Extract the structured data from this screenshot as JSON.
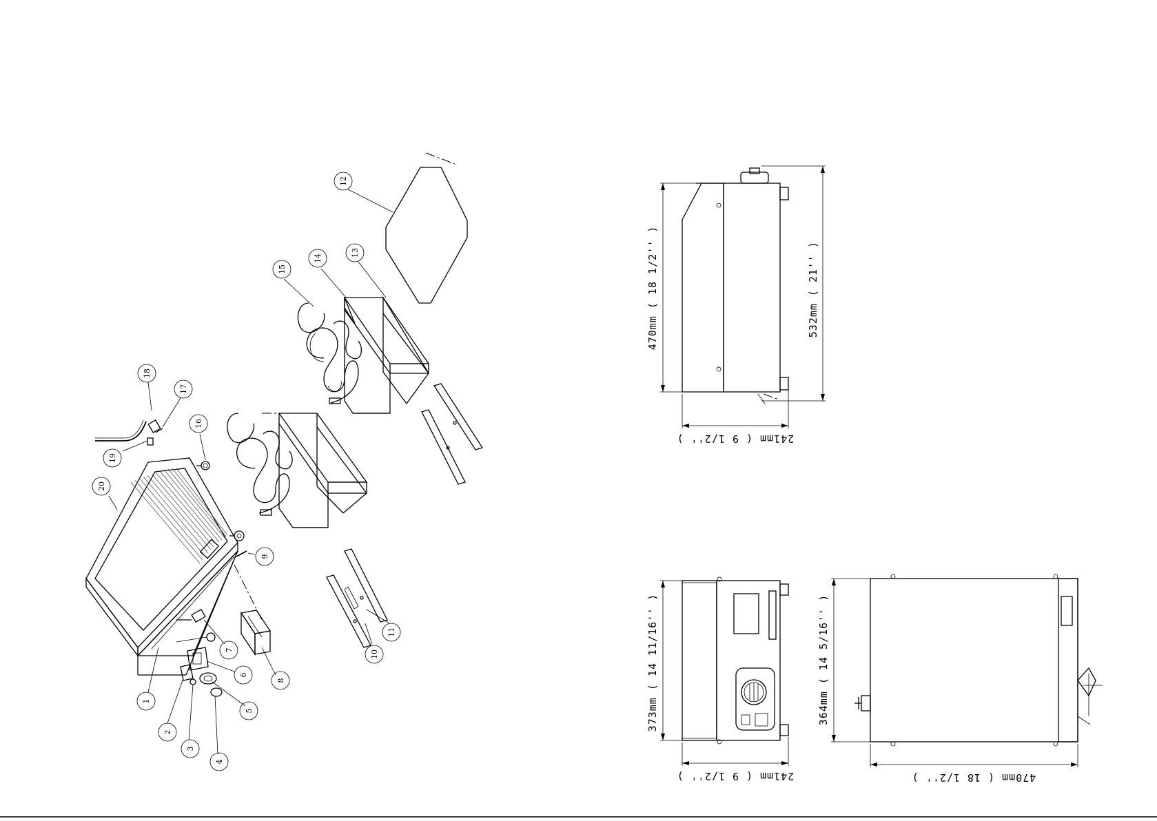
{
  "callouts": [
    "1",
    "2",
    "3",
    "4",
    "5",
    "6",
    "7",
    "8",
    "9",
    "10",
    "11",
    "12",
    "13",
    "14",
    "15",
    "16",
    "17",
    "18",
    "19",
    "20"
  ],
  "dimensions": {
    "side_height": "470mm ( 18 1/2'' )",
    "side_total_height": "532mm ( 21'' )",
    "side_width": "241mm ( 9 1/2'' )",
    "front_height": "373mm ( 14 11/16'' )",
    "front_width": "241mm ( 9 1/2'' )",
    "top_height": "364mm ( 14 5/16'' )",
    "top_width": "470mm ( 18 1/2'' )"
  }
}
